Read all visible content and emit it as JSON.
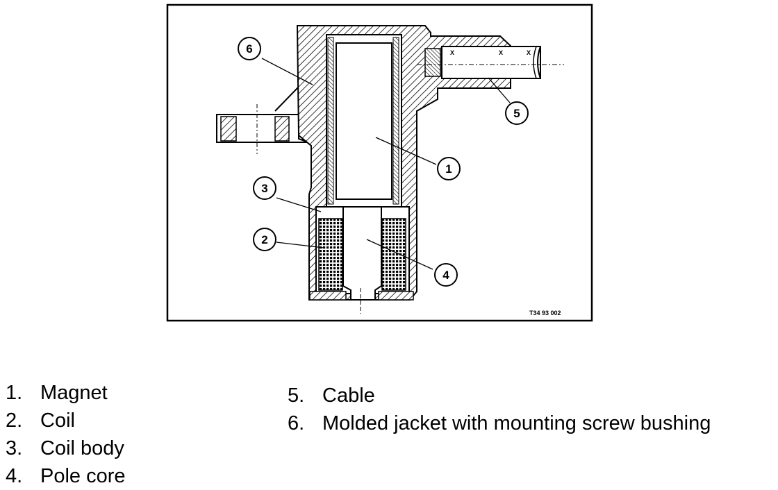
{
  "figure": {
    "code": "T34 93 002",
    "callouts": [
      "1",
      "2",
      "3",
      "4",
      "5",
      "6"
    ]
  },
  "legend": {
    "left": [
      {
        "num": "1.",
        "label": "Magnet"
      },
      {
        "num": "2.",
        "label": "Coil"
      },
      {
        "num": "3.",
        "label": "Coil body"
      },
      {
        "num": "4.",
        "label": "Pole core"
      }
    ],
    "right": [
      {
        "num": "5.",
        "label": "Cable"
      },
      {
        "num": "6.",
        "label": "Molded jacket with mounting screw bushing"
      }
    ]
  }
}
